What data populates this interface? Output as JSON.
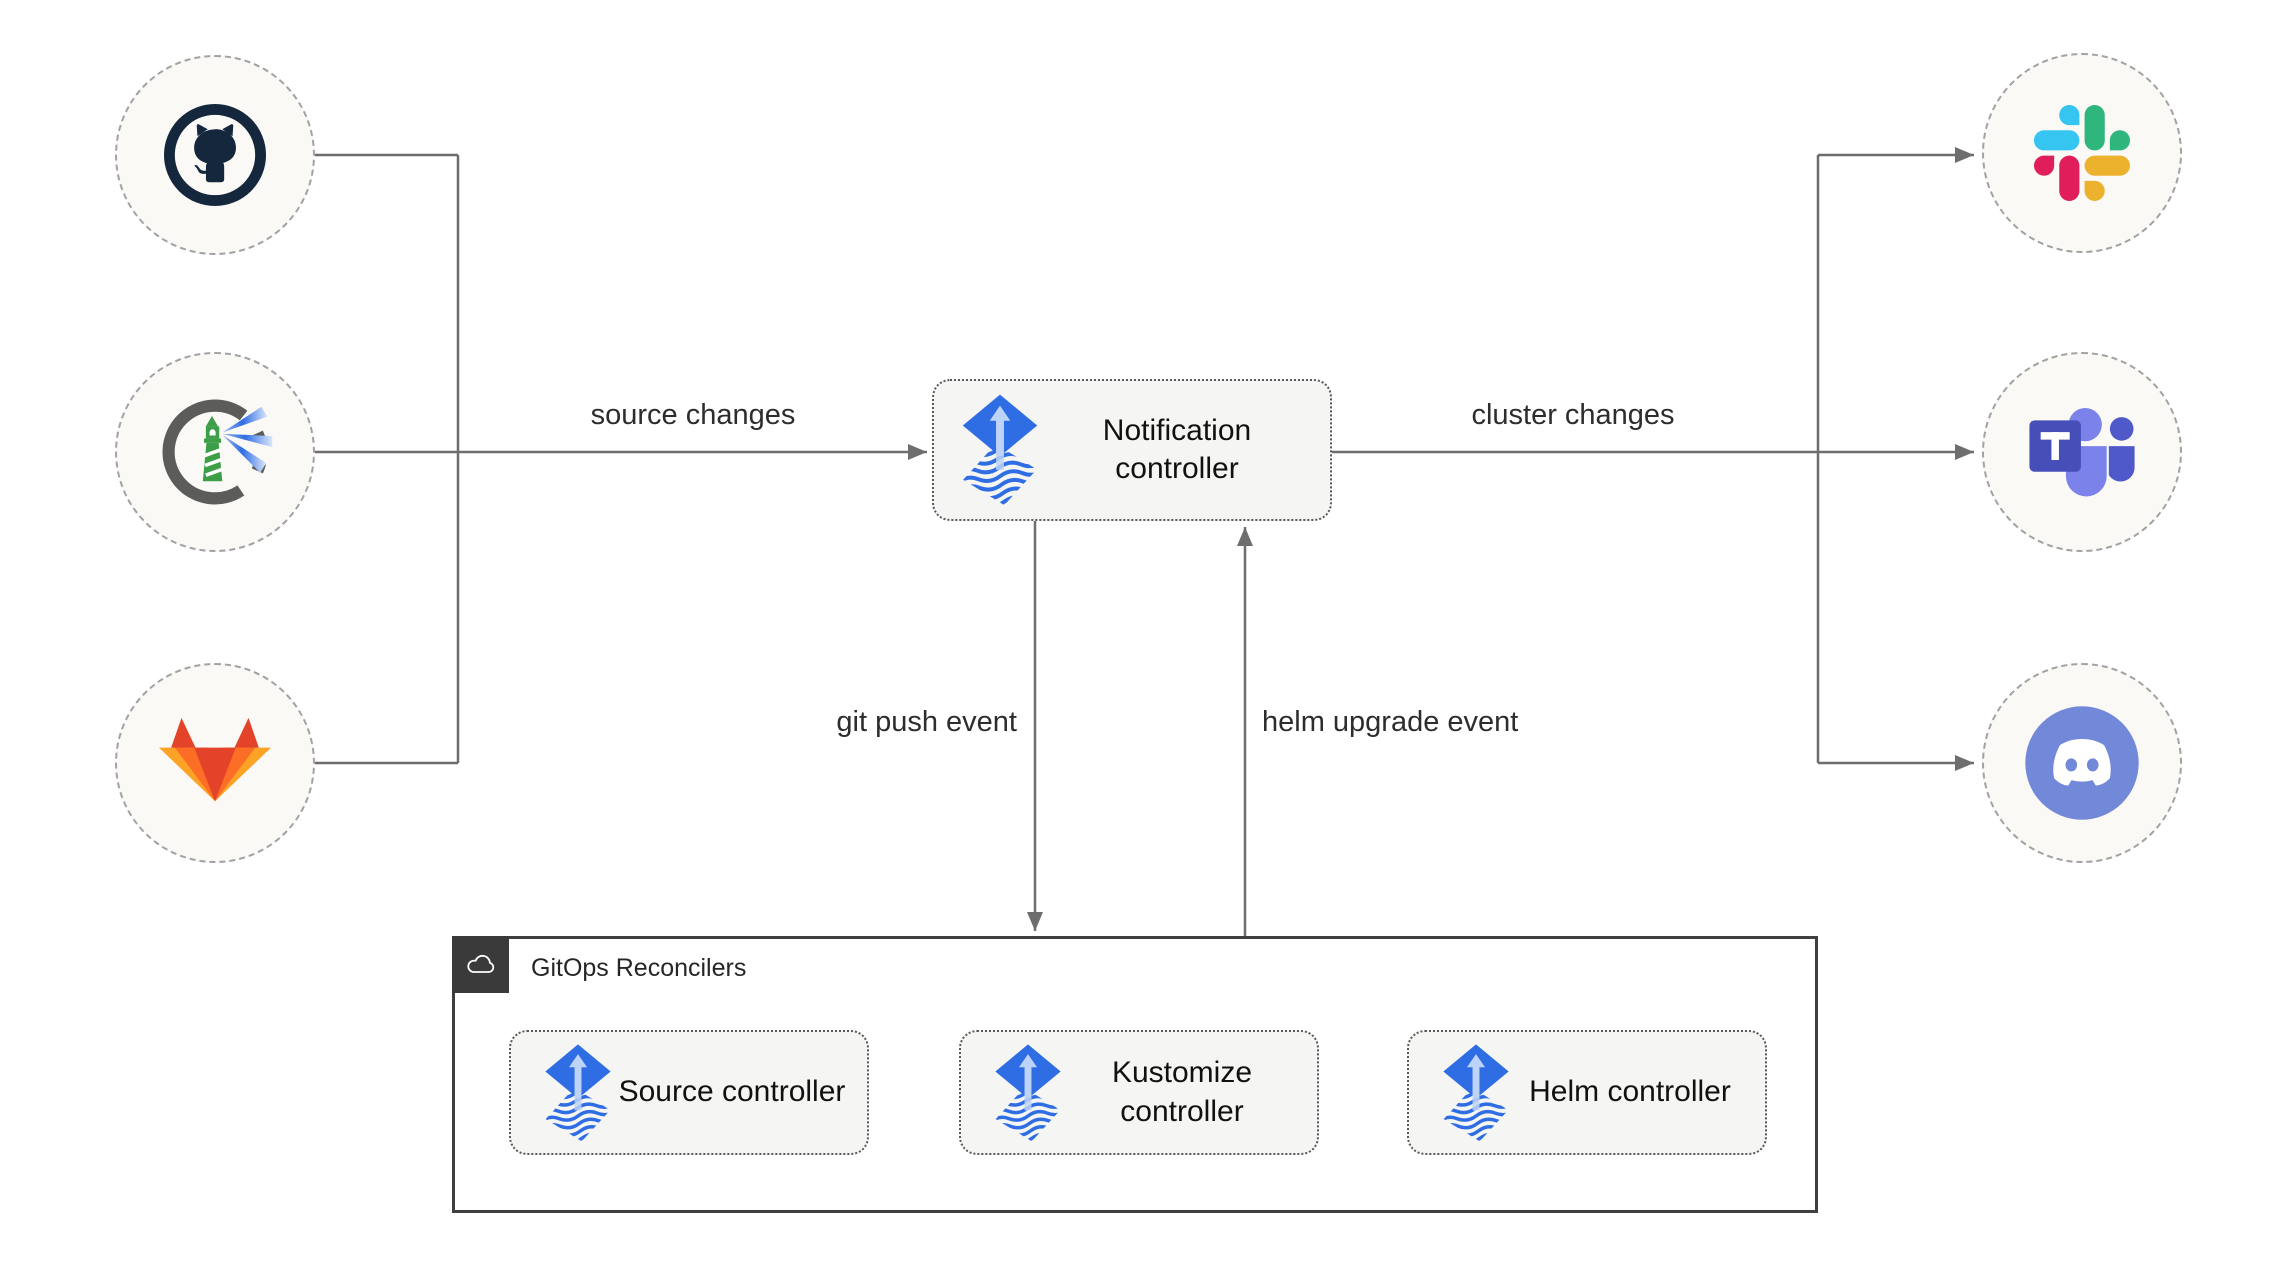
{
  "notification": {
    "label": "Notification controller"
  },
  "reconcilers": {
    "title": "GitOps Reconcilers",
    "controllers": [
      {
        "label": "Source controller",
        "icon": "flux-icon"
      },
      {
        "label": "Kustomize controller",
        "icon": "flux-icon"
      },
      {
        "label": "Helm controller",
        "icon": "flux-icon"
      }
    ]
  },
  "edges": {
    "source_changes": "source changes",
    "cluster_changes": "cluster changes",
    "git_push": "git push event",
    "helm_upgrade": "helm upgrade event"
  },
  "icons": {
    "sources": [
      "github-icon",
      "harbor-icon",
      "gitlab-icon"
    ],
    "targets": [
      "slack-icon",
      "teams-icon",
      "discord-icon"
    ],
    "controller": "flux-icon",
    "group_badge": "cloud-icon"
  },
  "colors": {
    "flux_blue": "#2f6de4",
    "flux_arrow_light": "#bdd3f7",
    "line_gray": "#6e6e6e",
    "node_fill": "#faf9f6",
    "box_fill": "#f5f5f3",
    "group_border": "#3f3f3f",
    "github_navy": "#14273c",
    "harbor_green": "#3c9e47",
    "harbor_ring": "#5c5c5a",
    "gitlab_red": "#e24329",
    "gitlab_orange": "#fc6d26",
    "gitlab_yellow": "#fca326",
    "slack_blue": "#36c5f0",
    "slack_green": "#2eb67d",
    "slack_yellow": "#ecb22e",
    "slack_red": "#e01e5a",
    "teams_purple": "#5059c9",
    "discord_blurple": "#7289da"
  }
}
